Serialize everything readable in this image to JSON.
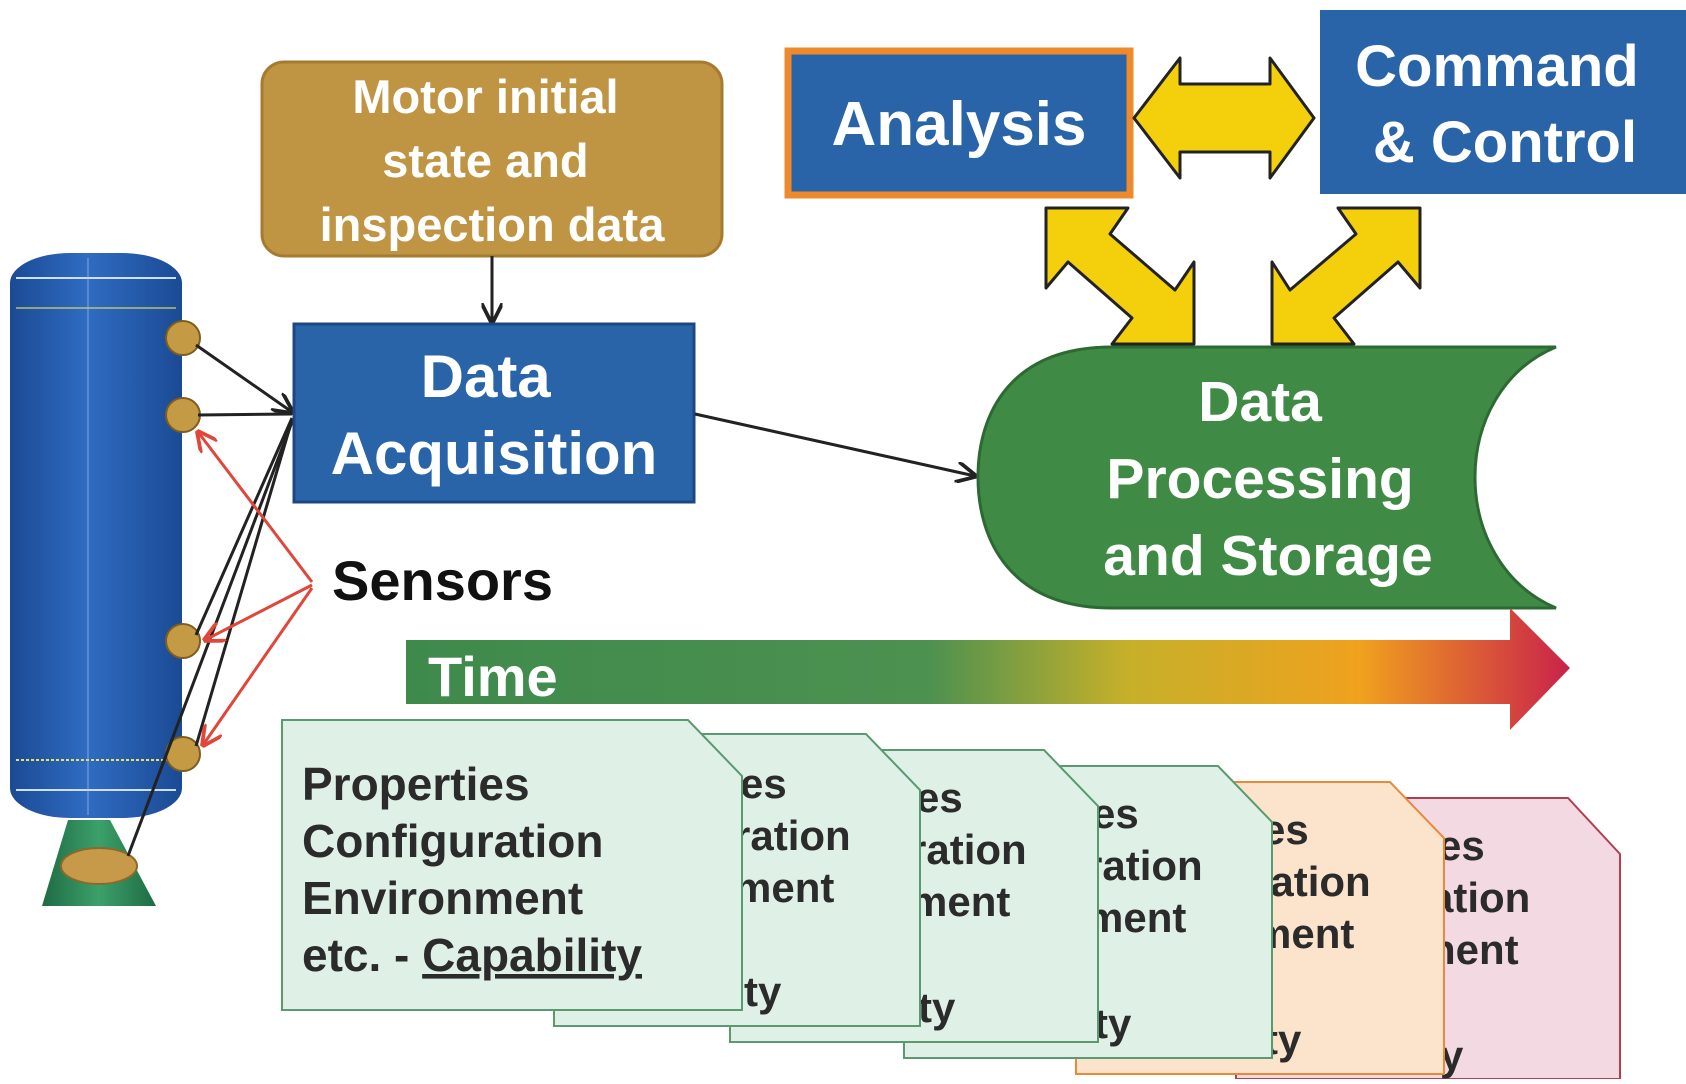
{
  "motor_box": {
    "lines": [
      "Motor initial",
      "state and",
      "inspection data"
    ]
  },
  "acquisition_box": {
    "lines": [
      "Data",
      "Acquisition"
    ]
  },
  "analysis_box": {
    "label": "Analysis"
  },
  "command_box": {
    "lines": [
      "Command",
      "& Control"
    ]
  },
  "processing_box": {
    "lines": [
      "Data",
      "Processing",
      "and Storage"
    ]
  },
  "sensors_label": "Sensors",
  "time_label": "Time",
  "front_card": {
    "lines": [
      "Properties",
      "Configuration",
      "Environment",
      "etc. - "
    ],
    "emphasis": "Capability"
  },
  "card_fragments": [
    {
      "lines": [
        "es",
        "ration",
        "ment"
      ],
      "tail": "ty"
    },
    {
      "lines": [
        "es",
        "ration",
        "ment"
      ],
      "tail": "ty"
    },
    {
      "lines": [
        "es",
        "ration",
        "ment"
      ],
      "tail": "ty"
    },
    {
      "lines": [
        "es",
        "ration",
        "ment"
      ],
      "tail": "ty"
    },
    {
      "lines": [
        "es",
        "ation",
        "nent"
      ],
      "tail": "y"
    }
  ],
  "colors": {
    "blue_box": "#2a64a8",
    "motor_box": "#bf9544",
    "green_store": "#3f8a45",
    "arrow_yellow": "#f3d00b",
    "sensor_red": "#e0473a",
    "analysis_border": "#ef8a2c"
  }
}
